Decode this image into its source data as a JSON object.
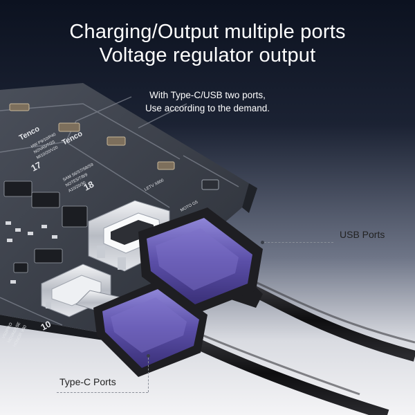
{
  "headline": {
    "line1": "Charging/Output multiple ports",
    "line2": "Voltage regulator output"
  },
  "subtitle": {
    "line1": "With Type-C/USB two ports,",
    "line2": "Use according to the demand."
  },
  "callouts": {
    "usb": "USB Ports",
    "typec": "Type-C Ports"
  },
  "board": {
    "brand": "Tenco",
    "slot_numbers": [
      "17",
      "18",
      "10"
    ],
    "labels": [
      "HW P9/10/P40",
      "NOVA5/7/2S",
      "MI10/20/V20",
      "SAM S6/S7/S8/S9",
      "NOTE5/7/8/9",
      "A10/20/30",
      "LETV X800",
      "MOTO G5",
      "V50/PRO",
      "NOVA6/6SE",
      "HONOR V30"
    ]
  },
  "colors": {
    "connector_purple": "#5b4fa8",
    "board": "#3a3e48",
    "headline": "#ffffff"
  }
}
